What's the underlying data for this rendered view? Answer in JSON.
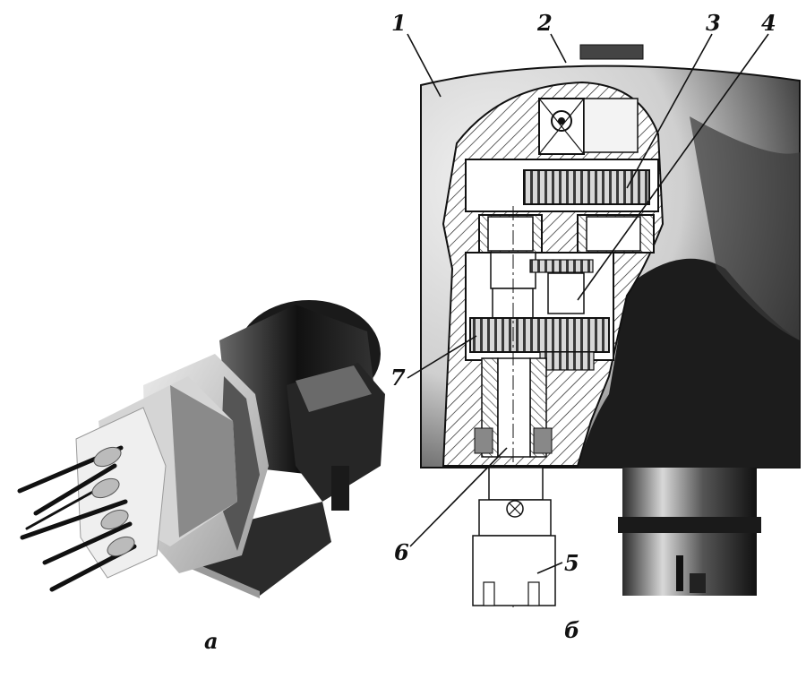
{
  "figure": {
    "subfigures": [
      {
        "caption": "а",
        "description": "photo"
      },
      {
        "caption": "б",
        "description": "sectional drawing"
      }
    ],
    "callouts": [
      "1",
      "2",
      "3",
      "4",
      "5",
      "6",
      "7"
    ]
  }
}
